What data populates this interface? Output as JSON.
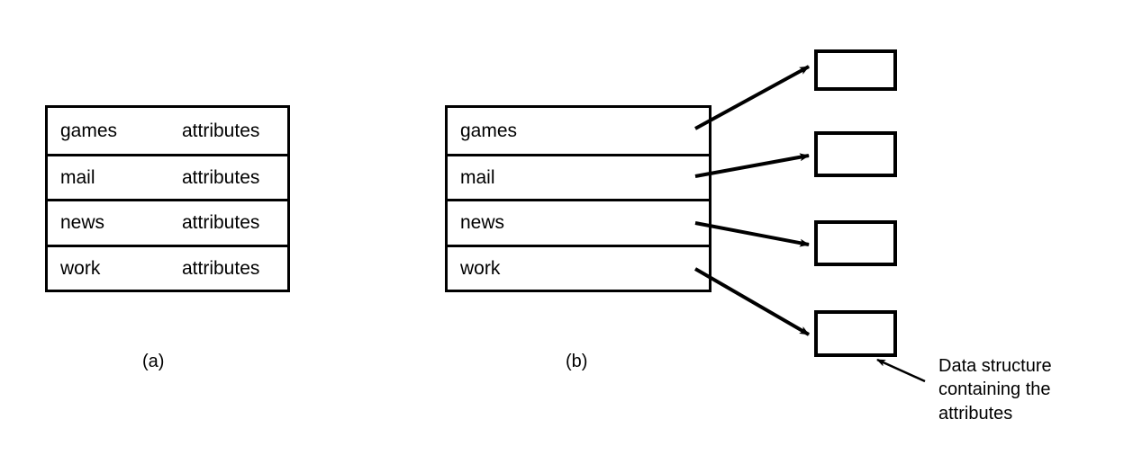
{
  "figure": {
    "background_color": "#ffffff",
    "stroke_color": "#000000"
  },
  "panel_a": {
    "caption": "(a)",
    "rows": [
      {
        "key": "games",
        "value": "attributes"
      },
      {
        "key": "mail",
        "value": "attributes"
      },
      {
        "key": "news",
        "value": "attributes"
      },
      {
        "key": "work",
        "value": "attributes"
      }
    ]
  },
  "panel_b": {
    "caption": "(b)",
    "rows": [
      {
        "key": "games",
        "value": ""
      },
      {
        "key": "mail",
        "value": ""
      },
      {
        "key": "news",
        "value": ""
      },
      {
        "key": "work",
        "value": ""
      }
    ],
    "boxes": [
      {
        "label": ""
      },
      {
        "label": ""
      },
      {
        "label": ""
      },
      {
        "label": ""
      }
    ],
    "annotation": {
      "line1": "Data structure",
      "line2": "containing the",
      "line3": "attributes"
    }
  }
}
